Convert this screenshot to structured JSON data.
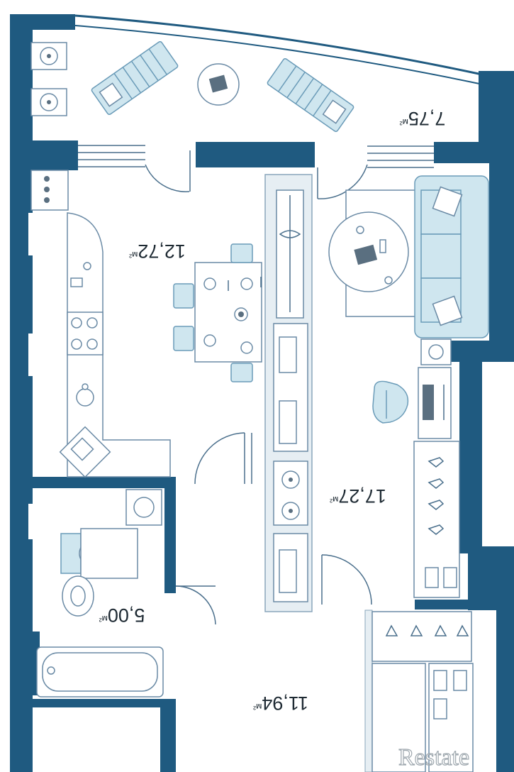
{
  "rooms": [
    {
      "id": "balcony",
      "area": "7,75",
      "unit": "м²"
    },
    {
      "id": "kitchen",
      "area": "12,72",
      "unit": "м²"
    },
    {
      "id": "living",
      "area": "17,27",
      "unit": "м²"
    },
    {
      "id": "bathroom",
      "area": "5,00",
      "unit": "м²"
    },
    {
      "id": "hallway",
      "area": "11,94",
      "unit": "м²"
    }
  ],
  "watermark": "Restate",
  "colors": {
    "wall": "#1f5a80",
    "furniture_fill": "#cfe6ef"
  },
  "icons": [
    "sun-lounger-icon",
    "round-table-icon",
    "dining-chair-icon",
    "sofa-icon",
    "office-chair-icon",
    "desk-monitor-icon",
    "stove-icon",
    "sink-icon",
    "toilet-icon",
    "washbasin-icon",
    "bathtub-icon",
    "hanger-icon",
    "fan-icon"
  ]
}
